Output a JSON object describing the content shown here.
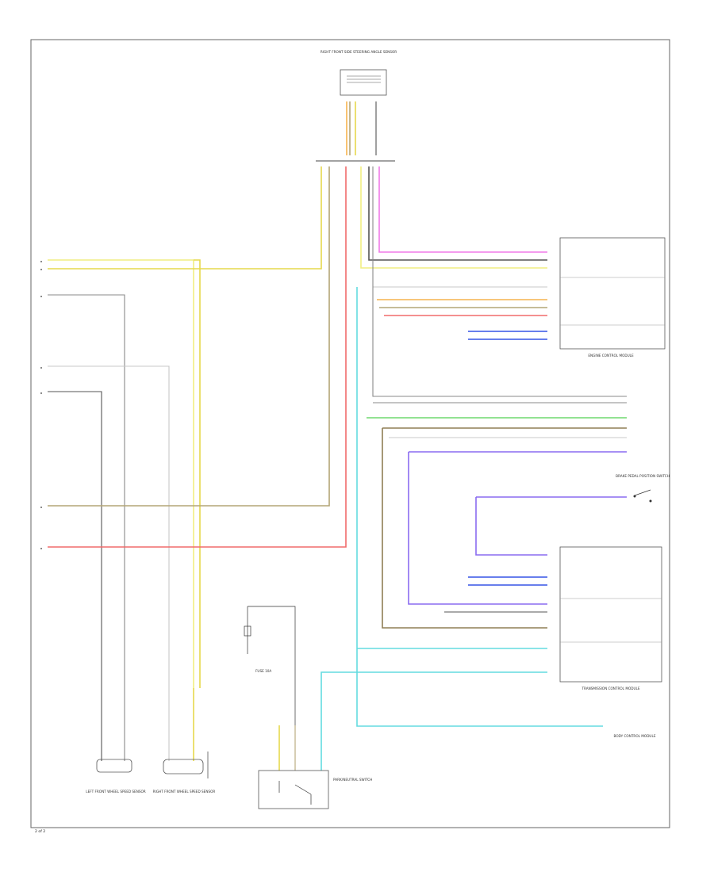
{
  "colors": {
    "yellow": "#f1ee82",
    "yellow_dark": "#e6d84d",
    "red": "#f06b6b",
    "orange": "#f6b44f",
    "tan": "#b3a576",
    "brown": "#8f7e55",
    "gray": "#888888",
    "dark_gray": "#555555",
    "light_gray": "#c8c8c8",
    "pink": "#f07ae8",
    "blue": "#3553e6",
    "violet": "#8a6cf0",
    "cyan": "#63dce0",
    "green": "#6fd96f"
  },
  "components": {
    "steering_angle_sensor": "RIGHT FRONT SIDE STEERING ANGLE SENSOR",
    "ecm": "ENGINE CONTROL MODULE",
    "brake_switch": "BRAKE PEDAL POSITION SWITCH",
    "tcm": "TRANSMISSION CONTROL MODULE",
    "bcm": "BODY CONTROL MODULE",
    "lf_wheel_sensor": "LEFT FRONT WHEEL SPEED SENSOR",
    "rf_wheel_sensor": "RIGHT FRONT WHEEL SPEED SENSOR",
    "fuse": "FUSE 10A",
    "park_switch": "PARK/NEUTRAL SWITCH",
    "page_mark": "2 of 2"
  }
}
